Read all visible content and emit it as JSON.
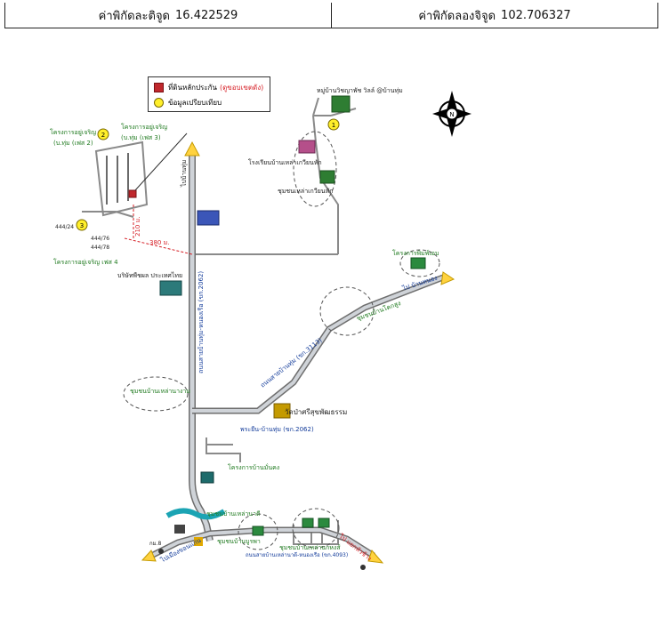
{
  "header": {
    "lat_label": "ค่าพิกัดละติจูด",
    "lat_value": "16.422529",
    "lon_label": "ค่าพิกัดลองจิจูด",
    "lon_value": "102.706327"
  },
  "legend": {
    "site_label": "ที่ดินหลักประกัน",
    "site_note": "(ดูขอบเขตดัง)",
    "comparable_label": "ข้อมูลเปรียบเทียบ"
  },
  "markers": {
    "m1": "1",
    "m2": "2",
    "m3": "3"
  },
  "labels": {
    "village_top": "หมู่บ้านวิชญาพัช วิลล์ @บ้านทุ่ม",
    "school": "โรงเรียนบ้านเหล่าเกวียนหัก",
    "community_top": "ชุมชนเหล่าเกวียนหัก",
    "project_phase2": "โครงการอยู่เจริญ",
    "project_phase2_sub": "(บ.ทุ่ม (เฟส 2)",
    "project_phase3": "โครงการอยู่เจริญ",
    "project_phase3_sub": "(บ.ทุ่ม (เฟส 3)",
    "project_phase4": "โครงการอยู่เจริญ เฟส 4",
    "to_khon_kaen": "ไปบ้านทุ่ม",
    "dist_210": "210 ม.",
    "dist_380": "380 ม.",
    "company": "บริษัทพืชผล ประเทศไทย",
    "road_2062": "ถนนสายบ้านทุ่ม-หนองเรือ (ขก.2062)",
    "road_3113": "ถนนสายบ้านทุ่ม (ขก.3113)",
    "project_right": "โครงการพิมพ์เอบ",
    "to_right": "ไป บ้านหนอง",
    "community_koksung": "ชุมชนบ้านโคกสูง",
    "community_laonong": "ชุมชนบ้านเหล่านางาม",
    "temple": "วัดป่าศรีสุขพัฒธรรม",
    "road_phra_yuen": "พระยืน-บ้านทุ่ม (ขก.2062)",
    "project_housing": "โครงการบ้านมั่นคง",
    "community_bottom1": "ชุมชนบ้านเหล่านาดี",
    "community_bottom2": "ชุมชนบ้านเหล่านกหงส์",
    "community_bottom3": "ชุมชนบ้านบูรพา",
    "road_bottom": "ถนนสายบ้านเหล่านาดี-หนองเรือ (ขก.4093)",
    "to_muang": "ไปเมืองขอนแก่น",
    "to_khonkaen_right": "ไป แยกหัวช้าง",
    "small_sign": "กม.8",
    "plot_1": "444/24",
    "plot_2": "444/76",
    "plot_3": "444/78"
  }
}
